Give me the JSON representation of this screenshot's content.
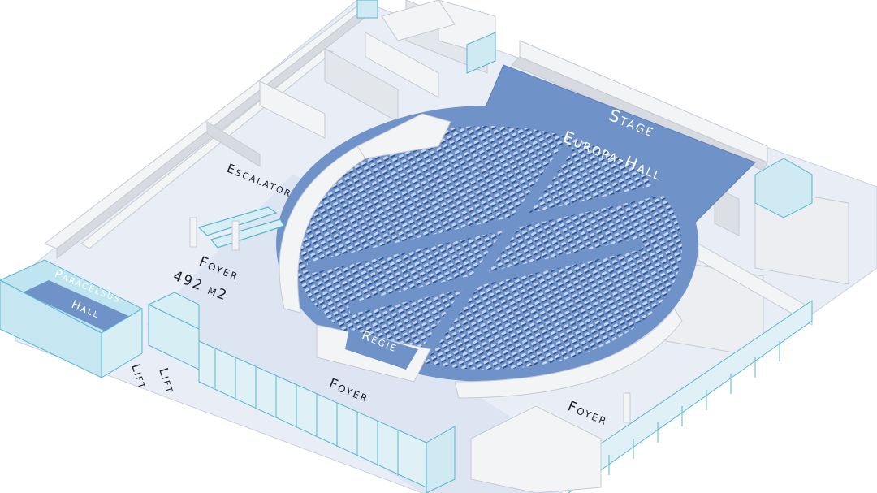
{
  "plan": {
    "labels": {
      "stage": "Stage",
      "europa_hall": "Europa-Hall",
      "escalator": "Escalator",
      "foyer_main": "Foyer",
      "foyer_area": "492 m2",
      "paracelsus_1": "Paracelsus-",
      "paracelsus_2": "Hall",
      "regie": "Regie",
      "lift_1": "Lift",
      "lift_2": "Lift",
      "foyer_bottom": "Foyer",
      "foyer_right": "Foyer"
    },
    "colors": {
      "hall_blue": "#6f92c9",
      "seat_blue": "#3f66a8",
      "floor": "#e9edf6",
      "wall_top": "#f3f4f6",
      "wall_side": "#d7dae0",
      "glass": "#bfe5f0",
      "glass_line": "#56b7cf",
      "label_dark": "#1d1f2b"
    },
    "seating": {
      "blocks": 6,
      "rows_per_block": 12
    }
  }
}
